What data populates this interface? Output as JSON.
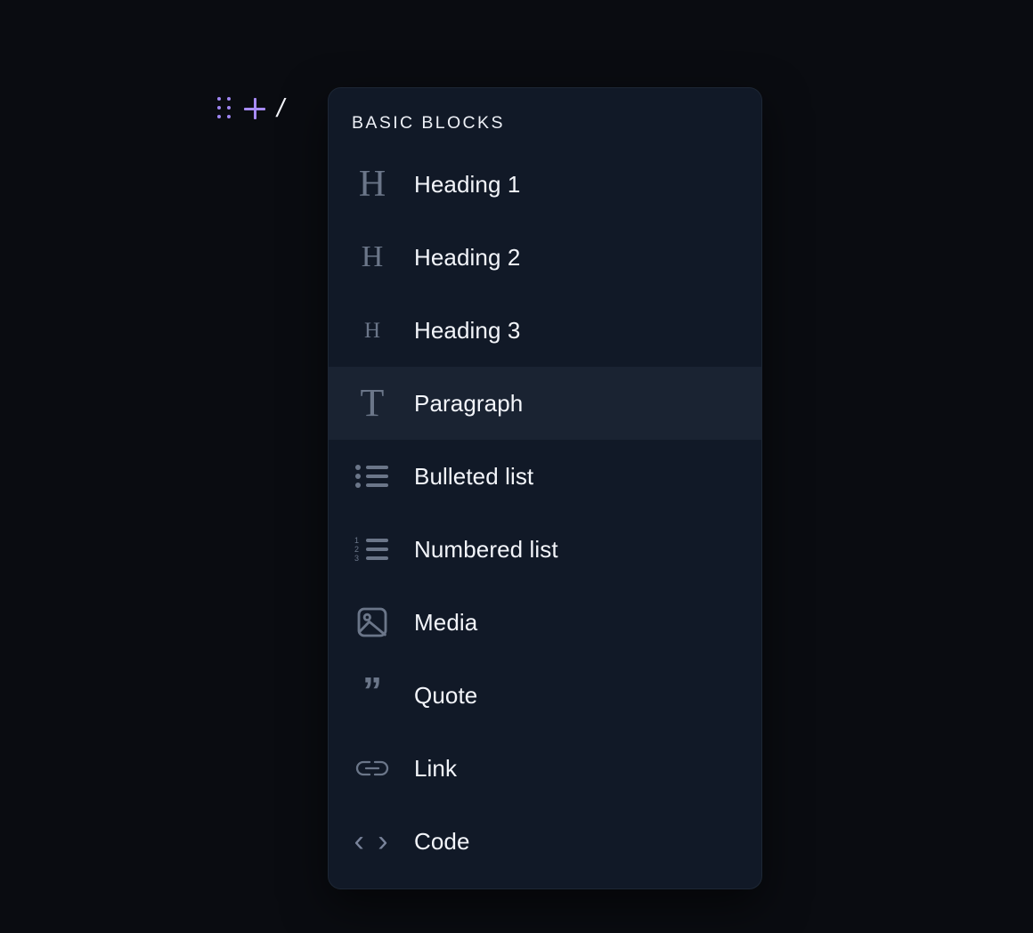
{
  "gutter": {
    "drag_handle_name": "drag-handle",
    "add_label": "+",
    "slash_label": "/",
    "accent_color": "#a78bfa"
  },
  "slash_menu": {
    "title": "BASIC BLOCKS",
    "panel_bg": "#111927",
    "selected_bg": "#1a2332",
    "selected_index": 3,
    "items": [
      {
        "label": "Heading 1",
        "icon": "heading-1-icon",
        "selected": false
      },
      {
        "label": "Heading 2",
        "icon": "heading-2-icon",
        "selected": false
      },
      {
        "label": "Heading 3",
        "icon": "heading-3-icon",
        "selected": false
      },
      {
        "label": "Paragraph",
        "icon": "paragraph-icon",
        "selected": true
      },
      {
        "label": "Bulleted list",
        "icon": "bulleted-list-icon",
        "selected": false
      },
      {
        "label": "Numbered list",
        "icon": "numbered-list-icon",
        "selected": false
      },
      {
        "label": "Media",
        "icon": "media-icon",
        "selected": false
      },
      {
        "label": "Quote",
        "icon": "quote-icon",
        "selected": false
      },
      {
        "label": "Link",
        "icon": "link-icon",
        "selected": false
      },
      {
        "label": "Code",
        "icon": "code-icon",
        "selected": false
      }
    ],
    "glyphs": {
      "heading": "H",
      "paragraph": "T",
      "quote": "”",
      "code": "‹ ›",
      "num1": "1",
      "num2": "2",
      "num3": "3"
    }
  }
}
